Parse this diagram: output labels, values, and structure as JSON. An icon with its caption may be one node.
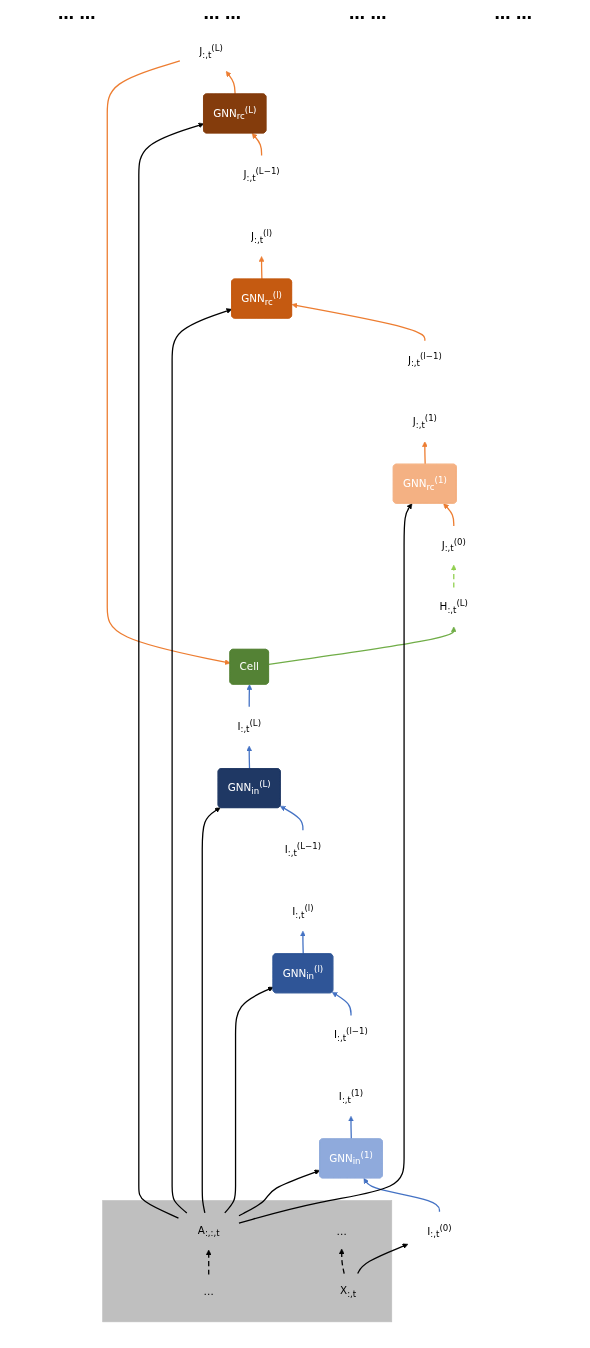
{
  "diagram": {
    "nodes": [
      {
        "text": [
          "Cell"
        ]
      },
      {
        "text": [
          "H$_{:,t}$$^{(L)}$"
        ]
      },
      {
        "text": [
          "J$_{:,t}$$^{(L)}$"
        ]
      },
      {
        "text": [
          "I$_{:,t}$$^{(L)}$"
        ]
      },
      {
        "text": [
          "GNN$_{rc}$$^{(L)}$"
        ]
      },
      {
        "text": [
          "GNN$_{in}$$^{(L)}$"
        ]
      },
      {
        "text": [
          "J$_{:,t}$$^{(L−1)}$"
        ]
      },
      {
        "text": [
          "I$_{:,t}$$^{(L−1)}$"
        ]
      },
      {
        "text": [
          "J$_{:,t}$$^{(l)}$"
        ]
      },
      {
        "text": [
          "I$_{:,t}$$^{(l)}$"
        ]
      },
      {
        "text": [
          "GNN$_{rc}$$^{(l)}$"
        ]
      },
      {
        "text": [
          "GNN$_{in}$$^{(l)}$"
        ]
      },
      {
        "text": [
          "J$_{:,t}$$^{(l−1)}$"
        ]
      },
      {
        "text": [
          "I$_{:,t}$$^{(l−1)}$"
        ]
      },
      {
        "text": [
          "J$_{:,t}$$^{(1)}$"
        ]
      },
      {
        "text": [
          "I$_{:,t}$$^{(1)}$"
        ]
      },
      {
        "text": [
          "GNN$_{rc}$$^{(1)}$"
        ]
      },
      {
        "text": [
          "GNN$_{in}$$^{(1)}$"
        ]
      },
      {
        "text": [
          "J$_{:,t}$$^{(0)}$"
        ]
      },
      {
        "text": [
          "I$_{:,t}$$^{(0)}$"
        ]
      },
      {
        "text": [],
        "shape": "box"
      },
      {
        "text": [
          "…"
        ],
        "in": 20
      },
      {
        "text": [
          "A$_{:,:,t}$"
        ],
        "in": 20
      },
      {
        "text": [
          "X$_{:,t}$"
        ],
        "in": 20
      },
      {
        "text": [
          "…"
        ],
        "in": 20
      }
    ],
    "edges": [
      {
        "from": 0,
        "to": 1,
        "arrow": "to",
        "color": "#70ad47"
      },
      {
        "from": 2,
        "to": 0,
        "arrow": "to",
        "color": "#ed7d31"
      },
      {
        "from": 3,
        "to": 0,
        "arrow": "to",
        "color": "#4472c4"
      },
      {
        "from": 4,
        "to": 2,
        "arrow": "to",
        "color": "#ed7d31"
      },
      {
        "from": 5,
        "to": 3,
        "arrow": "to",
        "color": "#4472c4"
      },
      {
        "from": 6,
        "to": 4,
        "arrow": "to",
        "color": "#ed7d31"
      },
      {
        "from": 7,
        "to": 5,
        "arrow": "to",
        "color": "#4472c4"
      },
      {
        "from": 10,
        "to": 8,
        "arrow": "to",
        "color": "#ed7d31"
      },
      {
        "from": 11,
        "to": 9,
        "arrow": "to",
        "color": "#4472c4"
      },
      {
        "from": 12,
        "to": 10,
        "arrow": "to",
        "color": "#ed7d31"
      },
      {
        "from": 13,
        "to": 11,
        "arrow": "to",
        "color": "#4472c4"
      },
      {
        "from": 16,
        "to": 14,
        "arrow": "to",
        "color": "#ed7d31"
      },
      {
        "from": 17,
        "to": 15,
        "arrow": "to",
        "color": "#4472c4"
      },
      {
        "from": 18,
        "to": 16,
        "arrow": "to",
        "color": "#ed7d31"
      },
      {
        "from": 19,
        "to": 17,
        "arrow": "to",
        "color": "#4472c4"
      },
      {
        "from": 22,
        "to": 4,
        "arrow": "to"
      },
      {
        "from": 22,
        "to": 5,
        "arrow": "to"
      },
      {
        "from": 22,
        "to": 10,
        "arrow": "to"
      },
      {
        "from": 22,
        "to": 11,
        "arrow": "to"
      },
      {
        "from": 22,
        "to": 16,
        "arrow": "to"
      },
      {
        "from": 22,
        "to": 17,
        "arrow": "to"
      },
      {
        "from": 21,
        "to": 22,
        "arrow": "to",
        "style": "dashed"
      },
      {
        "from": 23,
        "to": 24,
        "arrow": "to",
        "style": "dashed"
      },
      {
        "from": 23,
        "to": 19,
        "arrow": "to"
      },
      {
        "from": 1,
        "to": 18,
        "arrow": "to",
        "style": "dashed",
        "color": "#92d050"
      }
    ],
    "labels": [
      "… …",
      "… …",
      "… …",
      "… …"
    ]
  }
}
